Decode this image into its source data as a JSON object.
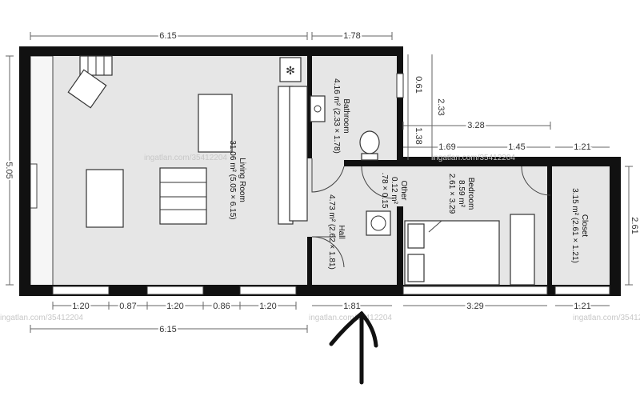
{
  "rooms": {
    "living": {
      "name": "Living Room",
      "area": "31.06 m² (5.05 × 6.15)"
    },
    "bathroom": {
      "name": "Bathroom",
      "area": "4.16 m² (2.33 × 1.78)"
    },
    "other": {
      "name": "Other",
      "area": "0.12 m²",
      "size": ".78 × 0.15"
    },
    "hall": {
      "name": "Hall",
      "area": "4.73 m² (2.62 × 1.81)"
    },
    "bedroom": {
      "name": "Bedroom",
      "area": "8.59 m²",
      "size": "2.61 × 3.29"
    },
    "closet": {
      "name": "Closet",
      "area": "3.15 m² (2.61 × 1.21)"
    }
  },
  "dimensions": {
    "top_living": "6.15",
    "top_bath": "1.78",
    "bath_right_small": "0.61",
    "bath_height": "2.33",
    "top_bedroom_closet": "3.28",
    "small_138": "1.38",
    "dim_169": "1.69",
    "dim_145": "1.45",
    "dim_121_top": "1.21",
    "left_height": "5.05",
    "right_height": "2.61",
    "win1": "1.20",
    "gap1": "0.87",
    "win2": "1.20",
    "gap2": "0.86",
    "win3": "1.20",
    "bottom_hall": "1.81",
    "bottom_bedroom": "3.29",
    "bottom_closet": "1.21",
    "bottom_total": "6.15"
  },
  "watermark": "ingatlan.com/35412204"
}
